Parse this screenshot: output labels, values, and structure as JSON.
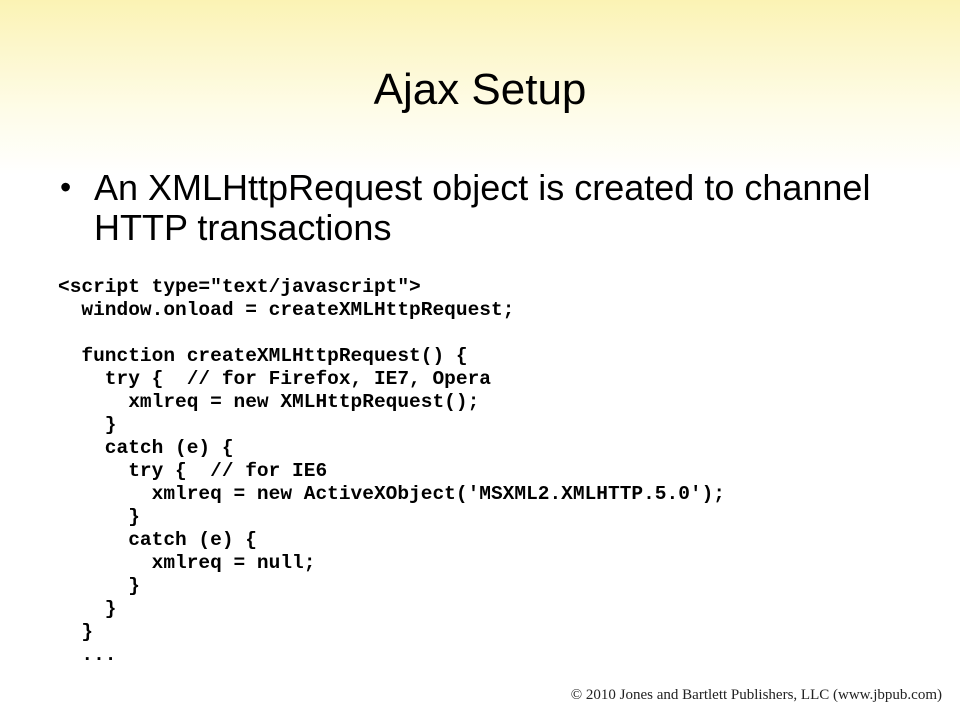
{
  "slide": {
    "title": "Ajax Setup",
    "bullets": [
      {
        "marker": "•",
        "text": "An XMLHttpRequest object is created to channel HTTP transactions"
      }
    ],
    "code_lines": [
      "<script type=\"text/javascript\">",
      "  window.onload = createXMLHttpRequest;",
      "",
      "  function createXMLHttpRequest() {",
      "    try {  // for Firefox, IE7, Opera",
      "      xmlreq = new XMLHttpRequest();",
      "    }",
      "    catch (e) {",
      "      try {  // for IE6",
      "        xmlreq = new ActiveXObject('MSXML2.XMLHTTP.5.0');",
      "      }",
      "      catch (e) {",
      "        xmlreq = null;",
      "      }",
      "    }",
      "  }",
      "  ..."
    ],
    "copyright": "© 2010 Jones and Bartlett Publishers, LLC (www.jbpub.com)"
  },
  "colors": {
    "background_top": "#fbf3b4",
    "background_bottom": "#ffffff",
    "text": "#000000"
  }
}
